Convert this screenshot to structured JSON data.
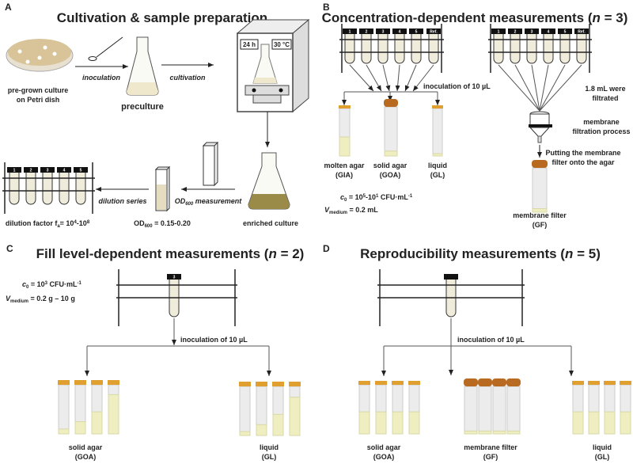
{
  "colors": {
    "agar": "#eeeec0",
    "cap": "#e0a030",
    "cap_dark": "#b86a20",
    "culture": "#9a8c48",
    "line": "#222222"
  },
  "panelA": {
    "letter": "A",
    "title": "Cultivation & sample preparation",
    "petri_label": [
      "pre-grown culture",
      "on Petri dish"
    ],
    "inoculation": "inoculation",
    "preculture": "preculture",
    "cultivation": "cultivation",
    "incubator_time": "24 h",
    "incubator_temp": "30 °C",
    "enriched": "enriched culture",
    "od_measure": {
      "base": "OD",
      "sub": "600",
      "rest": " measurement"
    },
    "od_value": {
      "base": "OD",
      "sub": "600",
      "rest": " = 0.15-0.20"
    },
    "dilution_series": "dilution series",
    "dilution_factor": {
      "base": "dilution factor f",
      "sub": "a",
      "mid": "= 10",
      "sup1": "4",
      "dash": "-10",
      "sup2": "8"
    },
    "rack_labels": [
      "1",
      "2",
      "3",
      "4",
      "5"
    ]
  },
  "panelB": {
    "letter": "B",
    "title": "Concentration-dependent measurements (",
    "title_n": "n",
    "title_end": " = 3)",
    "rack_labels": [
      "1",
      "2",
      "3",
      "4",
      "5",
      "Ref."
    ],
    "inoculation": "inoculation of 10 µL",
    "tubes": [
      {
        "name": "molten agar",
        "code": "(GIA)"
      },
      {
        "name": "solid agar",
        "code": "(GOA)"
      },
      {
        "name": "liquid",
        "code": "(GL)"
      }
    ],
    "c0": {
      "base": "c",
      "sub": "0",
      "rest": " = 10",
      "sup1": "5",
      "mid": "-10",
      "sup2": "1",
      "unit": " CFU·mL",
      "sup3": "-1"
    },
    "vmedium": {
      "base": "V",
      "sub": "medium",
      "rest": " = 0.2 mL"
    },
    "filtrated": [
      "1.8 mL were",
      "filtrated"
    ],
    "filtration": [
      "membrane",
      "filtration process"
    ],
    "putting": [
      "Putting the membrane",
      "filter onto the agar"
    ],
    "filter_label": [
      "membrane filter",
      "(GF)"
    ]
  },
  "panelC": {
    "letter": "C",
    "title": "Fill level-dependent measurements (",
    "title_n": "n",
    "title_end": " = 2)",
    "c0": {
      "base": "c",
      "sub": "0",
      "rest": " = 10",
      "sup1": "3",
      "unit": " CFU·mL",
      "sup3": "-1"
    },
    "vmedium": {
      "base": "V",
      "sub": "medium",
      "rest": " = 0.2 g – 10 g"
    },
    "rack_label": "3",
    "inoculation": "inoculation of 10 µL",
    "groups": [
      {
        "name": "solid agar",
        "code": "(GOA)",
        "fill_levels": [
          0.1,
          0.25,
          0.45,
          0.8
        ]
      },
      {
        "name": "liquid",
        "code": "(GL)",
        "fill_levels": [
          0.08,
          0.22,
          0.43,
          0.78
        ]
      }
    ]
  },
  "panelD": {
    "letter": "D",
    "title": "Reproducibility measurements (",
    "title_n": "n",
    "title_end": " = 5)",
    "inoculation": "inoculation of 10 µL",
    "groups": [
      {
        "name": "solid agar",
        "code": "(GOA)"
      },
      {
        "name": "membrane filter",
        "code": "(GF)"
      },
      {
        "name": "liquid",
        "code": "(GL)"
      }
    ]
  }
}
